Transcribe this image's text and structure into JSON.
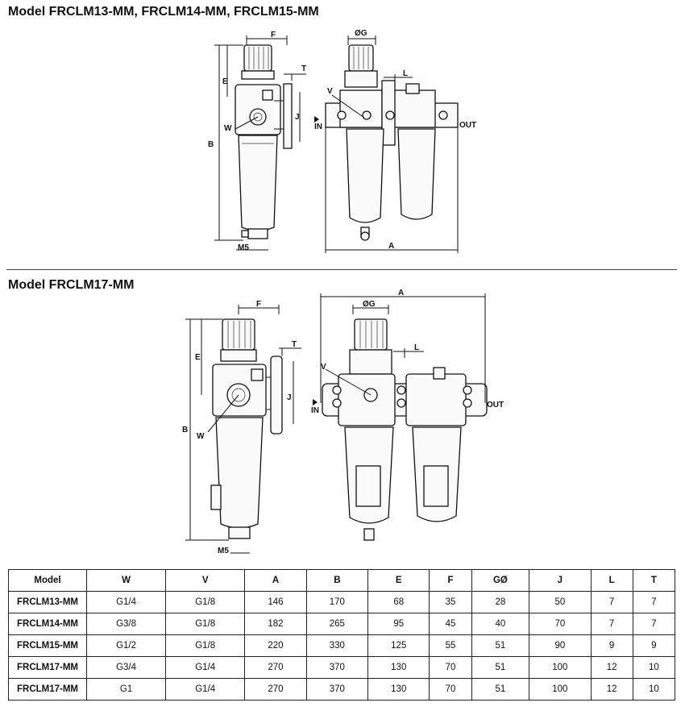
{
  "headings": {
    "top": "Model FRCLM13-MM, FRCLM14-MM, FRCLM15-MM",
    "bottom": "Model FRCLM17-MM"
  },
  "dimension_labels": {
    "F": "F",
    "T": "T",
    "E": "E",
    "J": "J",
    "B": "B",
    "W": "W",
    "M5": "M5",
    "G": "ØG",
    "L": "L",
    "V": "V",
    "A": "A",
    "IN": "IN",
    "OUT": "OUT"
  },
  "table": {
    "headers": [
      "Model",
      "W",
      "V",
      "A",
      "B",
      "E",
      "F",
      "GØ",
      "J",
      "L",
      "T"
    ],
    "rows": [
      [
        "FRCLM13-MM",
        "G1/4",
        "G1/8",
        "146",
        "170",
        "68",
        "35",
        "28",
        "50",
        "7",
        "7"
      ],
      [
        "FRCLM14-MM",
        "G3/8",
        "G1/8",
        "182",
        "265",
        "95",
        "45",
        "40",
        "70",
        "7",
        "7"
      ],
      [
        "FRCLM15-MM",
        "G1/2",
        "G1/8",
        "220",
        "330",
        "125",
        "55",
        "51",
        "90",
        "9",
        "9"
      ],
      [
        "FRCLM17-MM",
        "G3/4",
        "G1/4",
        "270",
        "370",
        "130",
        "70",
        "51",
        "100",
        "12",
        "10"
      ],
      [
        "FRCLM17-MM",
        "G1",
        "G1/4",
        "270",
        "370",
        "130",
        "70",
        "51",
        "100",
        "12",
        "10"
      ]
    ]
  }
}
